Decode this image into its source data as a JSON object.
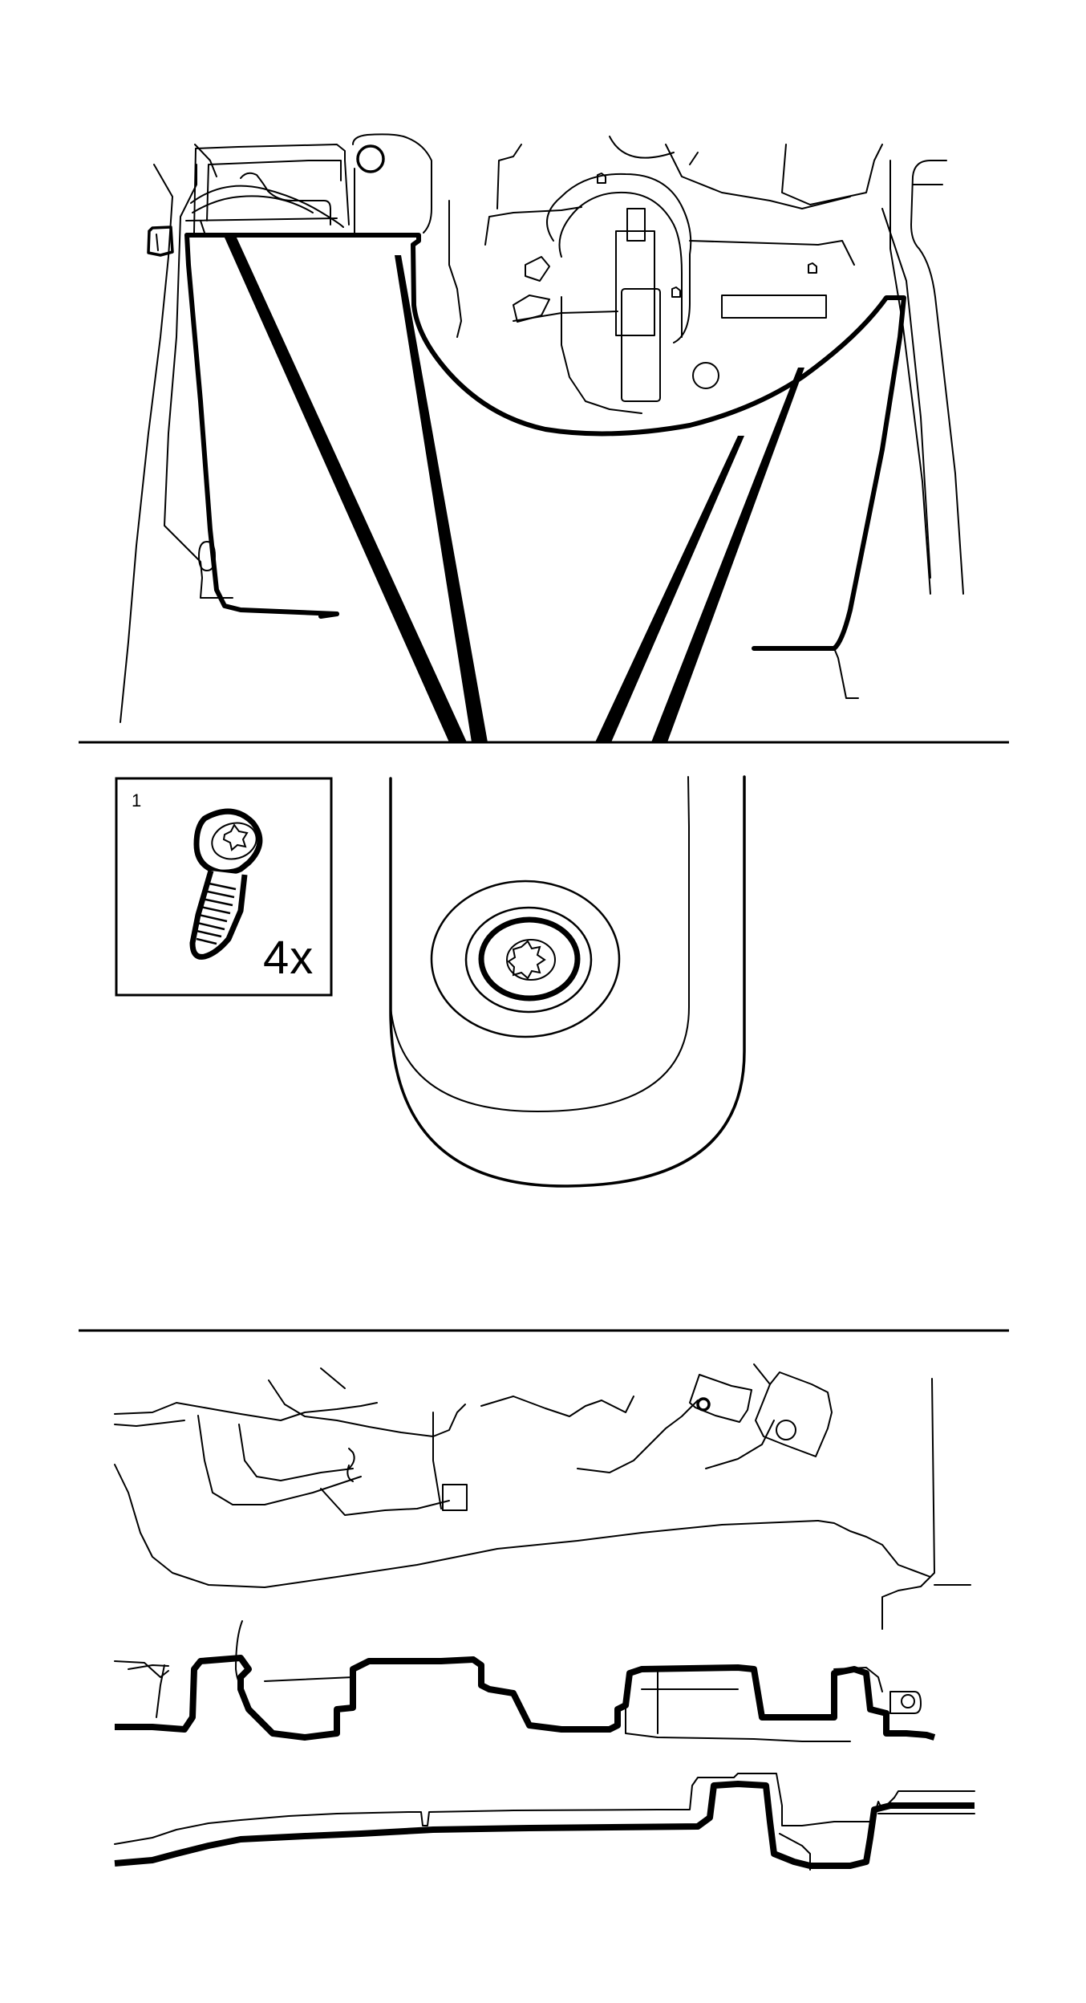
{
  "figure": {
    "panels": [
      {
        "id": "overview",
        "description": "Lower instrument panel trim removed - overview with pointer lines to fastener locations"
      },
      {
        "id": "detail",
        "description": "Close-up of Torx screw at fastener location"
      },
      {
        "id": "section",
        "description": "Clip/tab engagement along lower edge of trim panel"
      }
    ],
    "callout": {
      "number": "1",
      "quantity": "4x",
      "part_icon": "torx-screw-icon"
    },
    "colors": {
      "line": "#000000",
      "background": "#ffffff"
    }
  }
}
